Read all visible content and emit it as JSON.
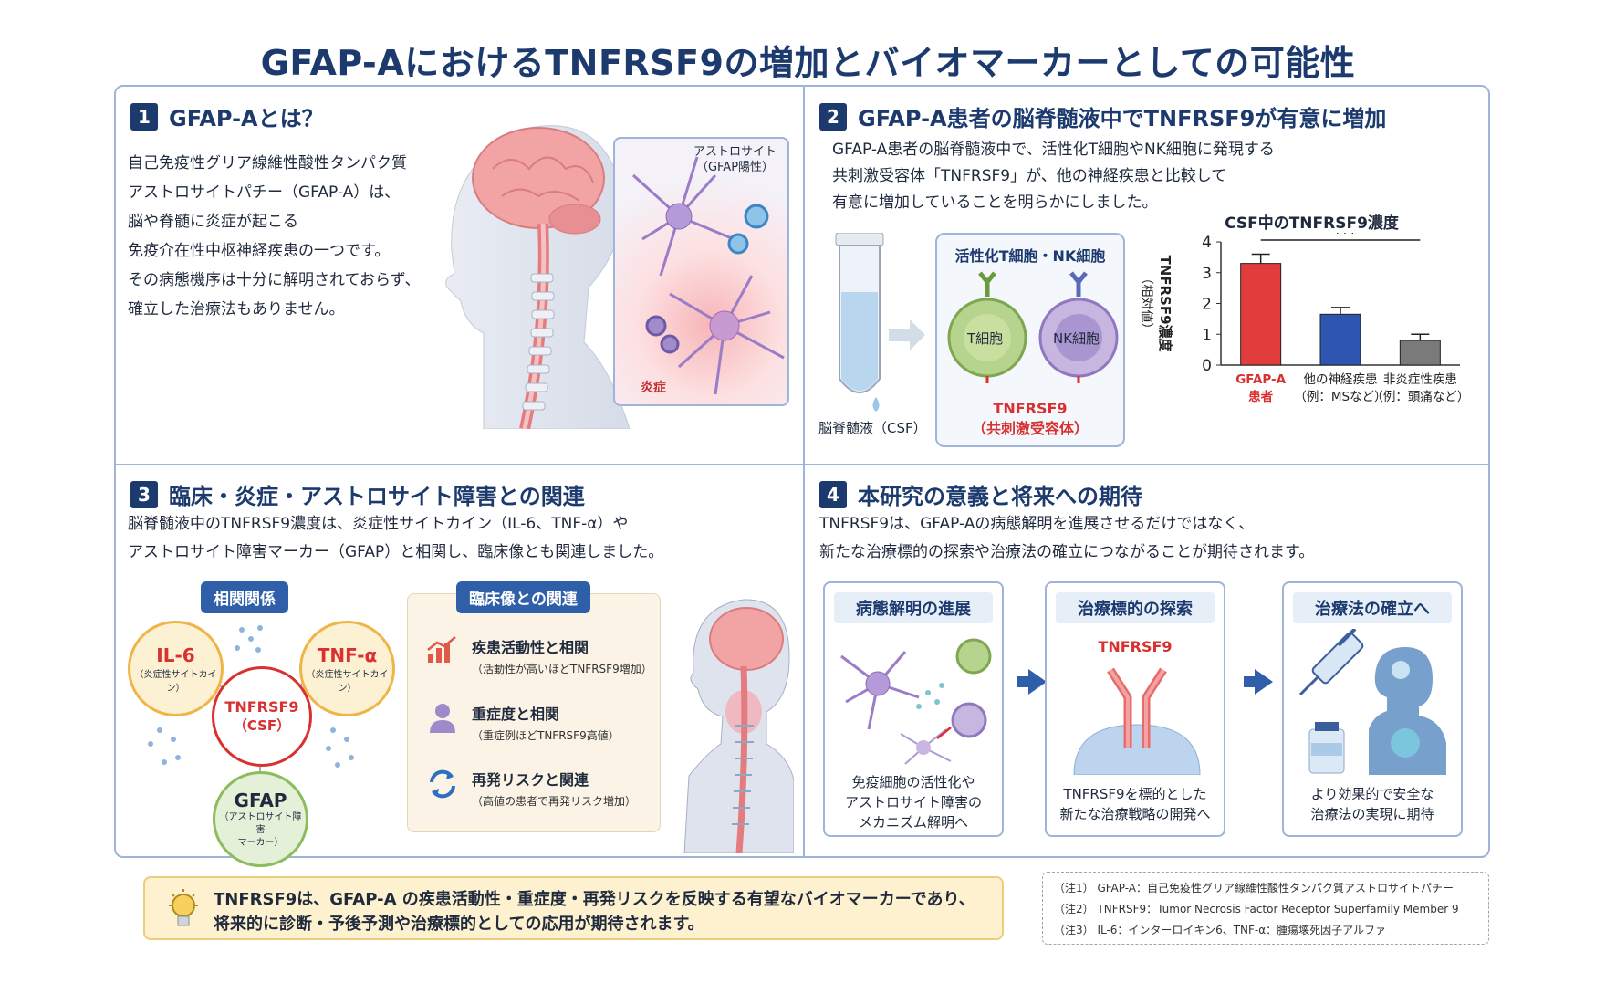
{
  "title": "GFAP-AにおけるTNFRSF9の増加とバイオマーカーとしての可能性",
  "sec1": {
    "num": "1",
    "heading": "GFAP-Aとは？",
    "lines": [
      "自己免疫性グリア線維性酸性タンパク質",
      "アストロサイトパチー（GFAP-A）は、",
      "脳や脊髄に炎症が起こる",
      "免疫介在性中枢神経疾患の一つです。",
      "その病態機序は十分に解明されておらず、",
      "確立した治療法もありません。"
    ],
    "astro_label_1": "アストロサイト",
    "astro_label_2": "（GFAP陽性）",
    "inflammation_label": "炎症"
  },
  "sec2": {
    "num": "2",
    "heading": "GFAP-A患者の脳脊髄液中でTNFRSF9が有意に増加",
    "lines": [
      "GFAP-A患者の脳脊髄液中で、活性化T細胞やNK細胞に発現する",
      "共刺激受容体「TNFRSF9」が、他の神経疾患と比較して",
      "有意に増加していることを明らかにしました。"
    ],
    "csf_label": "脳脊髄液（CSF）",
    "cell_box_title": "活性化T細胞・NK細胞",
    "t_cell": "T細胞",
    "nk_cell": "NK細胞",
    "receptor_1": "TNFRSF9",
    "receptor_2": "（共刺激受容体）"
  },
  "chart_data": {
    "type": "bar",
    "title": "CSF中のTNFRSF9濃度",
    "ylabel": "TNFRSF9濃度",
    "ylabel_sub": "（相対値）",
    "ylim": [
      0,
      4
    ],
    "yticks": [
      "0",
      "1",
      "2",
      "3",
      "4"
    ],
    "categories": [
      [
        "GFAP-A",
        "患者"
      ],
      [
        "他の神経疾患",
        "（例：MSなど）"
      ],
      [
        "非炎症性疾患",
        "（例：頭痛など）"
      ]
    ],
    "values": [
      3.3,
      1.65,
      0.8
    ],
    "errors": [
      0.3,
      0.22,
      0.2
    ],
    "colors": [
      "#e23d3d",
      "#2e56b0",
      "#7a7a7a"
    ],
    "significance": "***"
  },
  "sec3": {
    "num": "3",
    "heading": "臨床・炎症・アストロサイト障害との関連",
    "lines": [
      "脳脊髄液中のTNFRSF9濃度は、炎症性サイトカイン（IL-6、TNF-α）や",
      "アストロサイト障害マーカー（GFAP）と相関し、臨床像とも関連しました。"
    ],
    "corr_pill": "相関関係",
    "il6": "IL-6",
    "il6_sub": "（炎症性サイトカイン）",
    "tnfa": "TNF-α",
    "tnfa_sub": "（炎症性サイトカイン）",
    "center_1": "TNFRSF9",
    "center_2": "（CSF）",
    "gfap": "GFAP",
    "gfap_sub_1": "（アストロサイト障害",
    "gfap_sub_2": "マーカー）",
    "clinic_pill": "臨床像との関連",
    "items": [
      {
        "title": "疾患活動性と相関",
        "sub": "（活動性が高いほどTNFRSF9増加）"
      },
      {
        "title": "重症度と相関",
        "sub": "（重症例ほどTNFRSF9高値）"
      },
      {
        "title": "再発リスクと関連",
        "sub": "（高値の患者で再発リスク増加）"
      }
    ]
  },
  "sec4": {
    "num": "4",
    "heading": "本研究の意義と将来への期待",
    "lines": [
      "TNFRSF9は、GFAP-Aの病態解明を進展させるだけではなく、",
      "新たな治療標的の探索や治療法の確立につながることが期待されます。"
    ],
    "cards": [
      {
        "head": "病態解明の進展",
        "cap": [
          "免疫細胞の活性化や",
          "アストロサイト障害の",
          "メカニズム解明へ"
        ]
      },
      {
        "head": "治療標的の探索",
        "cap": [
          "TNFRSF9を標的とした",
          "新たな治療戦略の開発へ"
        ]
      },
      {
        "head": "治療法の確立へ",
        "cap": [
          "より効果的で安全な",
          "治療法の実現に期待"
        ]
      }
    ],
    "target_label": "TNFRSF9"
  },
  "summary": [
    "TNFRSF9は、GFAP-A の疾患活動性・重症度・再発リスクを反映する有望なバイオマーカーであり、",
    "将来的に診断・予後予測や治療標的としての応用が期待されます。"
  ],
  "notes": [
    "（注1） GFAP-A：自己免疫性グリア線維性酸性タンパク質アストロサイトパチー",
    "（注2） TNFRSF9：Tumor Necrosis Factor Receptor Superfamily Member 9",
    "（注3） IL-6：インターロイキン6、TNF-α：腫瘍壊死因子アルファ"
  ],
  "colors": {
    "navy": "#1c3a6e",
    "accent_red": "#d93030",
    "blue": "#2e5fa8"
  }
}
